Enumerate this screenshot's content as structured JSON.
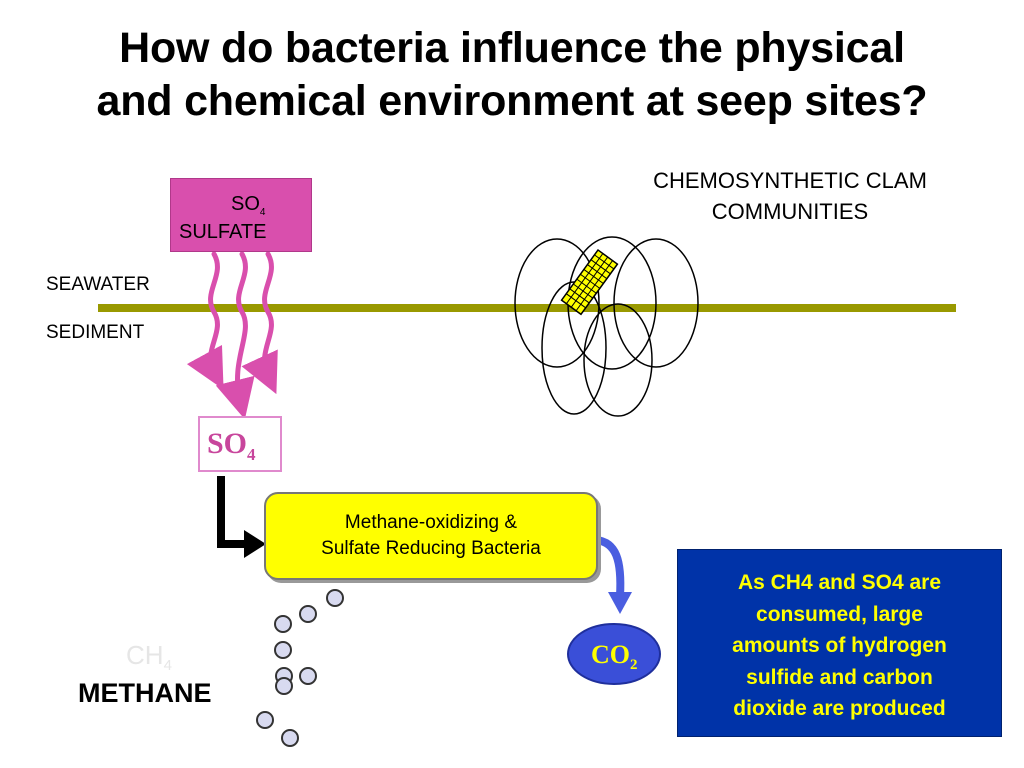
{
  "title": {
    "line1": "How do bacteria influence the physical",
    "line2": "and chemical environment at seep sites?"
  },
  "labels": {
    "clam_line1": "CHEMOSYNTHETIC CLAM",
    "clam_line2": "COMMUNITIES",
    "seawater": "SEAWATER",
    "sediment": "SEDIMENT",
    "sulfate_formula_main": "SO",
    "sulfate_formula_sub": "4",
    "sulfate_name": "SULFATE",
    "so4_main": "SO",
    "so4_sub": "4",
    "bacteria_line1": "Methane-oxidizing &",
    "bacteria_line2": "Sulfate Reducing Bacteria",
    "ch4_main": "CH",
    "ch4_sub": "4",
    "methane": "METHANE",
    "co2_main": "CO",
    "co2_sub": "2"
  },
  "info": {
    "line1": "As CH4 and SO4 are",
    "line2": "consumed, large",
    "line3": "amounts of hydrogen",
    "line4": "sulfide and carbon",
    "line5": "dioxide are produced"
  },
  "colors": {
    "seafloor_line": "#999900",
    "sulfate_box": "#d94fad",
    "sulfate_arrows": "#d94fad",
    "bacteria_box": "#ffff00",
    "info_box": "#0033a8",
    "info_text": "#ffff00",
    "co2_ellipse": "#3a4fd8",
    "co2_arrow": "#4a5ee0",
    "bubble_fill": "#d8daf0",
    "clam_patch": "#ffff00"
  }
}
